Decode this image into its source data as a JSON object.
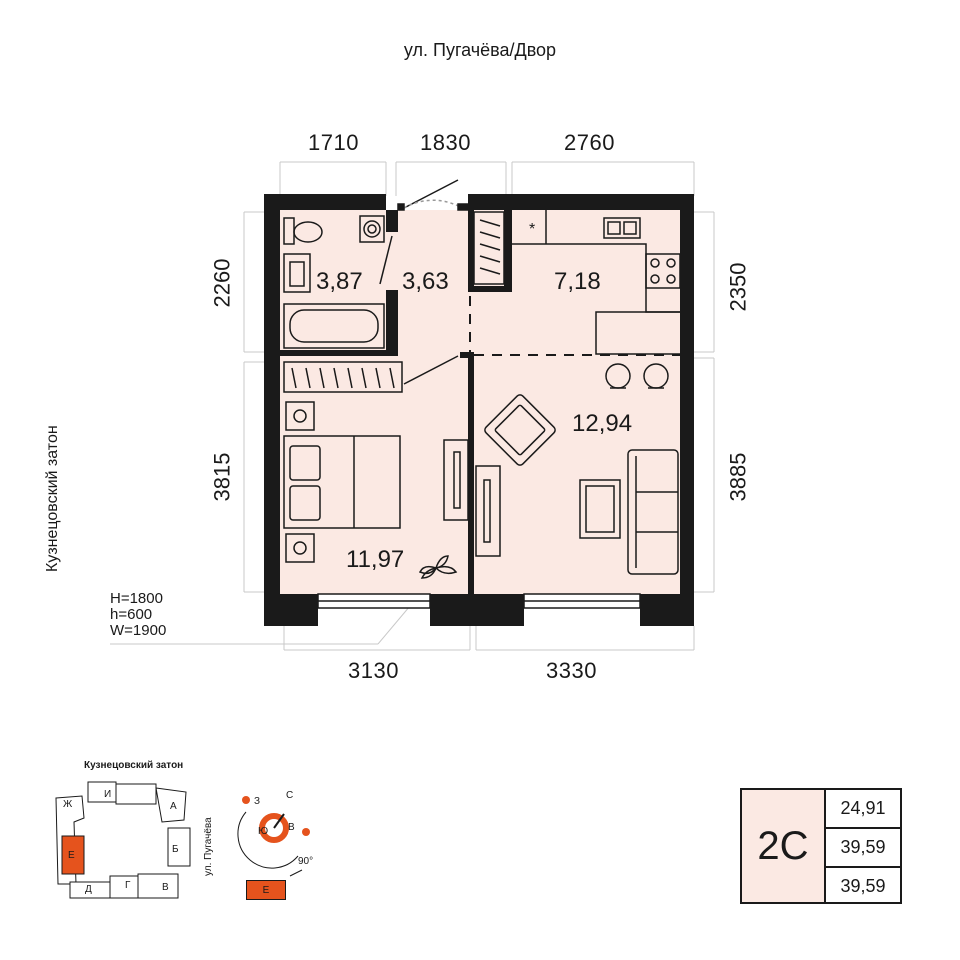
{
  "street_label": "ул. Пугачёва/Двор",
  "side_label": "Кузнецовский затон",
  "dims_top": [
    "1710",
    "1830",
    "2760"
  ],
  "dims_bottom": [
    "3130",
    "3330"
  ],
  "dims_left": [
    "2260",
    "3815"
  ],
  "dims_right": [
    "2350",
    "3885"
  ],
  "rooms": [
    {
      "name": "bathroom",
      "area": "3,87"
    },
    {
      "name": "hallway",
      "area": "3,63"
    },
    {
      "name": "kitchen",
      "area": "7,18"
    },
    {
      "name": "living-room",
      "area": "12,94"
    },
    {
      "name": "bedroom",
      "area": "11,97"
    }
  ],
  "window_note": {
    "H": "H=1800",
    "h": "h=600",
    "W": "W=1900"
  },
  "key": {
    "code": "2C",
    "values": [
      "24,91",
      "39,59",
      "39,59"
    ]
  },
  "site_plan": {
    "title": "Кузнецовский затон",
    "street": "ул. Пугачёва",
    "sections": [
      "Ж",
      "И",
      "А",
      "Б",
      "В",
      "Г",
      "Д",
      "Е"
    ],
    "highlight_section": "Е",
    "highlight_color": "#e5531d"
  },
  "compass": {
    "N": "С",
    "S": "Ю",
    "E": "В",
    "W": "З",
    "angle": "90°"
  },
  "colors": {
    "floor": "#fbe9e3",
    "accent": "#e5531d",
    "wall": "#1a1a1a"
  }
}
